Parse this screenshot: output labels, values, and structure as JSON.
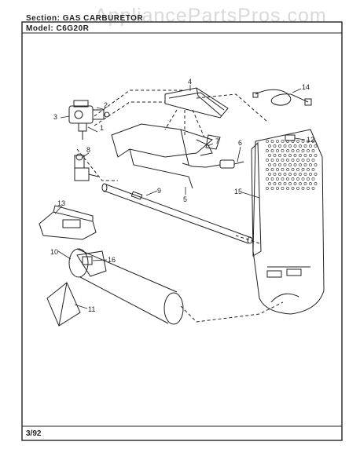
{
  "header": {
    "section_label": "Section:",
    "section_value": "GAS CARBURETOR",
    "model_label": "Model:",
    "model_value": "C6G20R"
  },
  "watermark": "AppliancePartsPros.com",
  "footer": {
    "date": "3/92"
  },
  "callouts": [
    "1",
    "2",
    "3",
    "4",
    "5",
    "6",
    "7",
    "8",
    "9",
    "10",
    "11",
    "12",
    "13",
    "14",
    "15",
    "16"
  ]
}
